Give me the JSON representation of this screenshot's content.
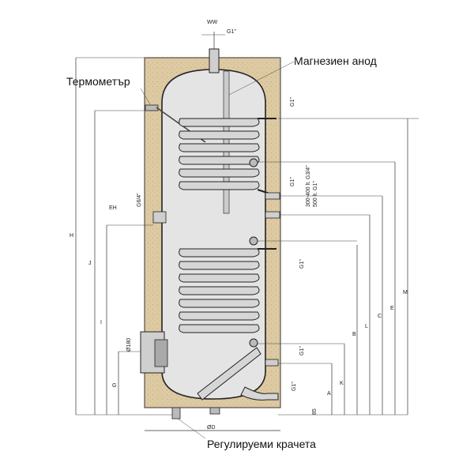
{
  "callouts": {
    "thermometer": "Термометър",
    "anode": "Магнезиен анод",
    "feet": "Регулируеми крачета"
  },
  "labels": {
    "ww": "WW",
    "ww_thread": "G1\"",
    "eh": "EH",
    "eh_thread": "G6/4\"",
    "upper_coil_top_thread": "G1\"",
    "upper_coil_bottom_thread": "G1\"",
    "recirc_line1": "300-400 lt. G3/4\"",
    "recirc_line2": "500 lt. G1\"",
    "lower_coil_top_thread": "G1\"",
    "lower_coil_bottom_thread": "G1\"",
    "drain_thread": "G1\"",
    "flange_dia": "Ø180",
    "foot_height": "85",
    "base_dia": "ØD"
  },
  "dim_letters_left": [
    "H",
    "J",
    "I",
    "G"
  ],
  "dim_letters_right": [
    "A",
    "K",
    "B",
    "L",
    "C",
    "E",
    "M"
  ],
  "colors": {
    "insulation": "#ddc9a2",
    "tank_fill": "#e4e4e4",
    "coil": "#d6d6d6",
    "line": "#222222"
  }
}
